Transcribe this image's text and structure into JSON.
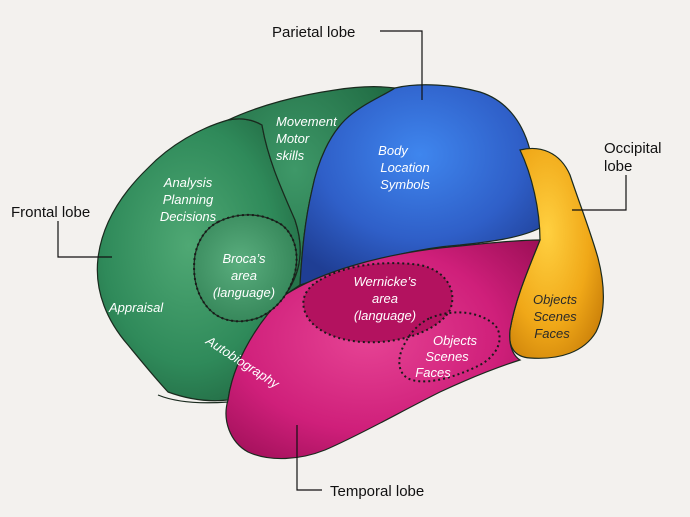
{
  "callouts": {
    "parietal": "Parietal lobe",
    "frontal": "Frontal lobe",
    "occipital_line1": "Occipital",
    "occipital_line2": "lobe",
    "temporal": "Temporal lobe"
  },
  "regions": {
    "movement": [
      "Movement",
      "Motor",
      "skills"
    ],
    "body": [
      "Body",
      "Location",
      "Symbols"
    ],
    "analysis": [
      "Analysis",
      "Planning",
      "Decisions"
    ],
    "brocas": [
      "Broca’s",
      "area",
      "(language)"
    ],
    "appraisal": "Appraisal",
    "autobiography": "Autobiography",
    "wernicke": [
      "Wernicke’s",
      "area",
      "(language)"
    ],
    "objects_temporal": [
      "Objects",
      "Scenes",
      "Faces"
    ],
    "objects_occipital": [
      "Objects",
      "Scenes",
      "Faces"
    ]
  },
  "colors": {
    "background": "#f3f1ee",
    "frontal_green": "#2f8a5a",
    "motor_green": "#2c7d52",
    "parietal_blue": "#2f5fc8",
    "temporal_magenta": "#cf1f7a",
    "wernicke_magenta": "#b3125f",
    "occipital_orange": "#f0a818"
  }
}
